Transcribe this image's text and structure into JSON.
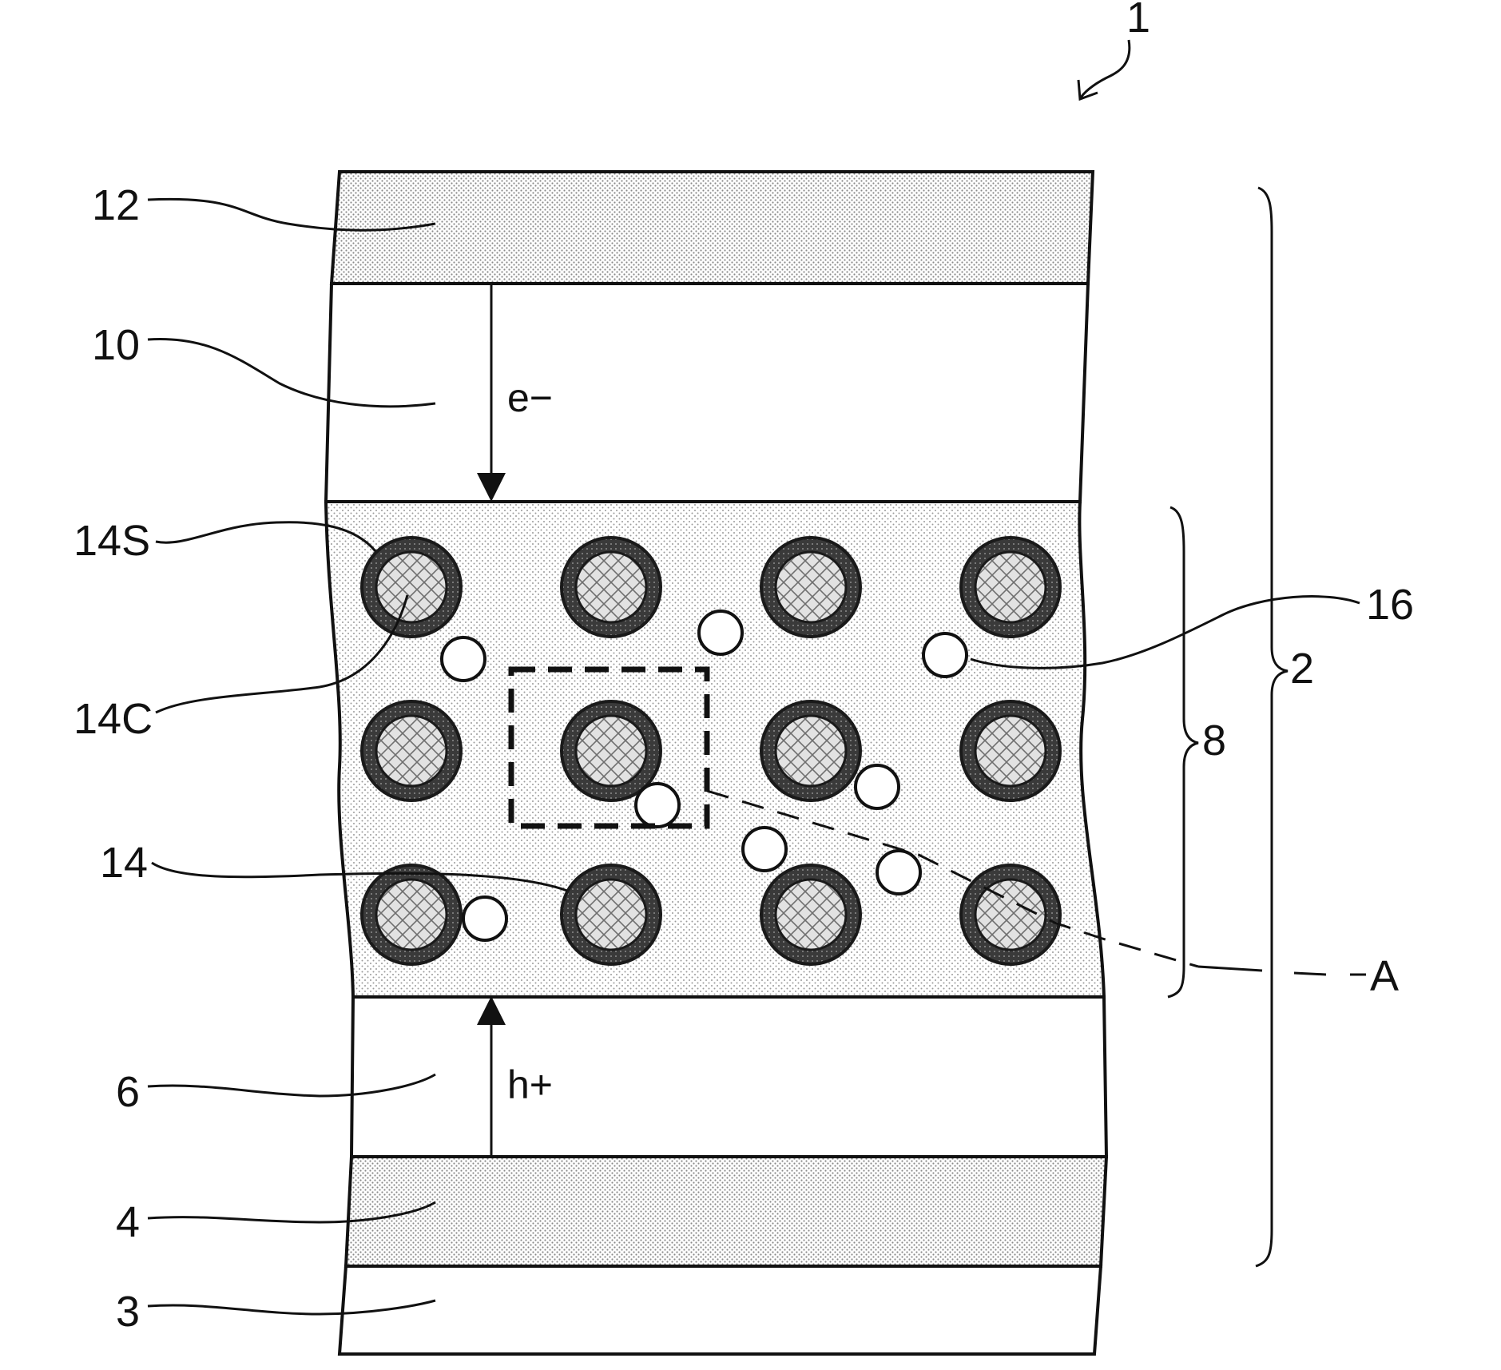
{
  "figure": {
    "ref_label": "1",
    "labels": {
      "electrode_top": "12",
      "transport_upper": "10",
      "shell": "14S",
      "core": "14C",
      "particle": "14",
      "void": "16",
      "stack": "2",
      "active_layer": "8",
      "transport_lower": "6",
      "electrode_bottom": "4",
      "substrate": "3",
      "region": "A"
    },
    "carriers": {
      "electron": "e−",
      "hole": "h+"
    },
    "colors": {
      "ink": "#111111",
      "dot_fill": "#c8c8c8",
      "layer_fill": "#d2d2d2",
      "shell_color": "#2e2e2e",
      "core_fill": "#d9d9d9"
    }
  }
}
